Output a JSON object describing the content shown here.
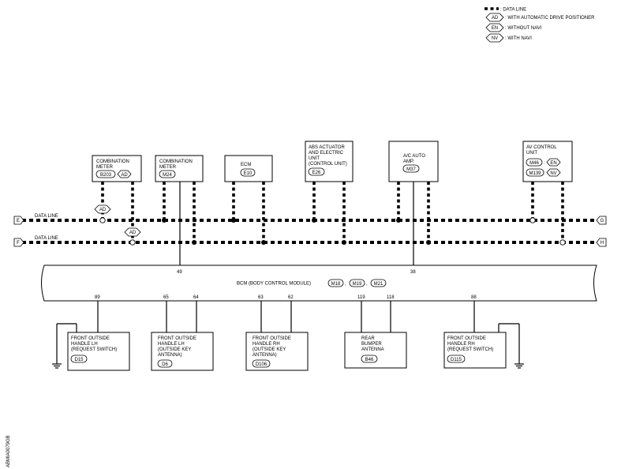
{
  "legend": {
    "data_line": ": DATA LINE",
    "ad_tag": "AD",
    "ad_text": ": WITH AUTOMATIC DRIVE POSITIONER",
    "en_tag": "EN",
    "en_text": ": WITHOUT NAVI",
    "nv_tag": "NV",
    "nv_text": ": WITH NAVI"
  },
  "bus": {
    "upper_label": "DATA LINE",
    "lower_label": "DATA LINE",
    "left_upper": "E",
    "left_lower": "F",
    "right_upper": "G",
    "right_lower": "H"
  },
  "units": {
    "combination_meter_ad": {
      "line1": "COMBINATION",
      "line2": "METER",
      "connector": "B203",
      "tag": "AD"
    },
    "combination_meter": {
      "line1": "COMBINATION",
      "line2": "METER",
      "connector": "M24"
    },
    "ecm": {
      "line1": "ECM",
      "connector": "E10"
    },
    "abs": {
      "line1": "ABS ACTUATOR",
      "line2": "AND ELECTRIC",
      "line3": "UNIT",
      "line4": "(CONTROL UNIT)",
      "connector": "E26"
    },
    "ac_amp": {
      "line1": "A/C AUTO",
      "line2": "AMP.",
      "connector": "M37"
    },
    "av_control": {
      "line1": "AV CONTROL",
      "line2": "UNIT",
      "connector_1": "M46",
      "tag_1": "EN",
      "connector_2": "M139",
      "tag_2": "NV"
    }
  },
  "bus_tags": {
    "upper": "AD",
    "lower": "AD"
  },
  "bcm": {
    "label": "BCM (BODY CONTROL MODULE)",
    "connector_1": "M18",
    "connector_2": "M19",
    "connector_3": "M21",
    "sep": ",",
    "top_pin_left": "49",
    "top_pin_right": "38"
  },
  "pins": {
    "p89": "89",
    "p65": "65",
    "p64": "64",
    "p63": "63",
    "p62": "62",
    "p119": "119",
    "p118": "118",
    "p88": "88"
  },
  "bottom": {
    "handle_lh_req": {
      "line1": "FRONT OUTSIDE",
      "line2": "HANDLE LH",
      "line3": "(REQUEST SWITCH)",
      "connector": "D15"
    },
    "handle_lh_ant": {
      "line1": "FRONT OUTSIDE",
      "line2": "HANDLE LH",
      "line3": "(OUTSIDE KEY",
      "line4": "ANTENNA)",
      "connector": "D6"
    },
    "handle_rh_ant": {
      "line1": "FRONT OUTSIDE",
      "line2": "HANDLE RH",
      "line3": "(OUTSIDE KEY",
      "line4": "ANTENNA)",
      "connector": "D106"
    },
    "rear_ant": {
      "line1": "REAR",
      "line2": "BUMPER",
      "line3": "ANTENNA",
      "connector": "B46"
    },
    "handle_rh_req": {
      "line1": "FRONT OUTSIDE",
      "line2": "HANDLE RH",
      "line3": "(REQUEST SWITCH)",
      "connector": "D115"
    }
  },
  "figure_id": "ABMIA0079GB"
}
